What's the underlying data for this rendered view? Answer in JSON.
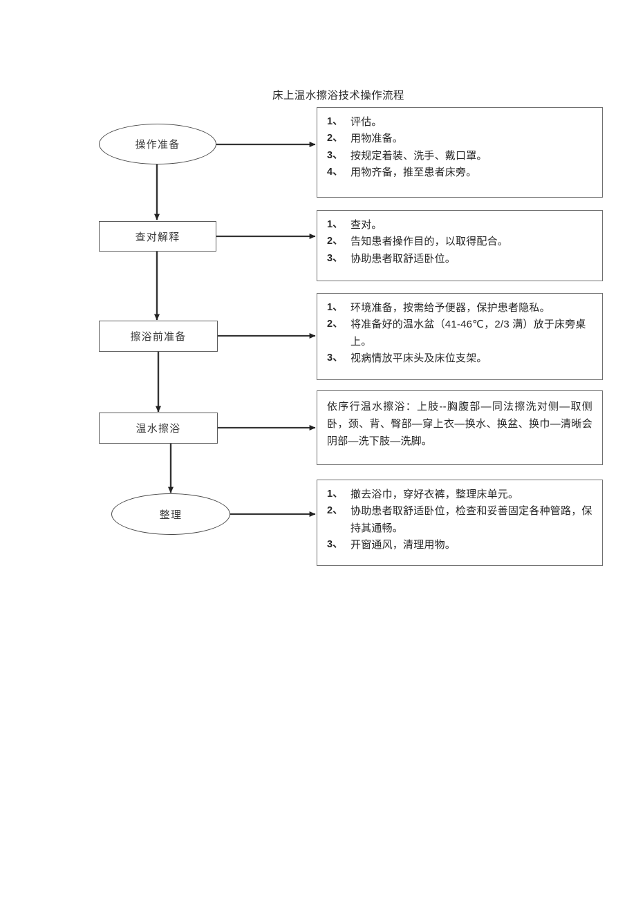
{
  "document": {
    "title": "床上温水擦浴技术操作流程"
  },
  "flow": {
    "nodes": [
      {
        "id": "prepare",
        "label": "操作准备",
        "shape": "ellipse"
      },
      {
        "id": "verify",
        "label": "查对解释",
        "shape": "rect"
      },
      {
        "id": "pre-bath",
        "label": "擦浴前准备",
        "shape": "rect"
      },
      {
        "id": "warm-bath",
        "label": "温水擦浴",
        "shape": "rect"
      },
      {
        "id": "tidy-up",
        "label": "整理",
        "shape": "ellipse"
      }
    ],
    "details": [
      {
        "id": "prepare-detail",
        "type": "list",
        "items": [
          {
            "num": "1、",
            "text": "评估。"
          },
          {
            "num": "2、",
            "text": "用物准备。"
          },
          {
            "num": "3、",
            "text": "按规定着装、洗手、戴口罩。"
          },
          {
            "num": "4、",
            "text": "用物齐备，推至患者床旁。"
          }
        ]
      },
      {
        "id": "verify-detail",
        "type": "list",
        "items": [
          {
            "num": "1、",
            "text": "查对。"
          },
          {
            "num": "2、",
            "text": "告知患者操作目的，以取得配合。"
          },
          {
            "num": "3、",
            "text": "协助患者取舒适卧位。"
          }
        ]
      },
      {
        "id": "pre-bath-detail",
        "type": "list",
        "items": [
          {
            "num": "1、",
            "text": "环境准备，按需给予便器，保护患者隐私。"
          },
          {
            "num": "2、",
            "text": "将准备好的温水盆（41-46℃，2/3 满）放于床旁桌上。"
          },
          {
            "num": "3、",
            "text": "视病情放平床头及床位支架。"
          }
        ]
      },
      {
        "id": "warm-bath-detail",
        "type": "paragraph",
        "text": "依序行温水擦浴：上肢--胸腹部—同法擦洗对侧—取侧卧，颈、背、臀部—穿上衣—换水、换盆、换巾—清晰会阴部—洗下肢—洗脚。"
      },
      {
        "id": "tidy-up-detail",
        "type": "list",
        "items": [
          {
            "num": "1、",
            "text": "撤去浴巾，穿好衣裤，整理床单元。"
          },
          {
            "num": "2、",
            "text": "协助患者取舒适卧位，检查和妥善固定各种管路，保持其通畅。"
          },
          {
            "num": "3、",
            "text": "开窗通风，清理用物。"
          }
        ]
      }
    ]
  },
  "style": {
    "line_color": "#333333",
    "node_border": "#5a5a5a",
    "box_border": "#6e6e6e",
    "text_color": "#262626"
  }
}
